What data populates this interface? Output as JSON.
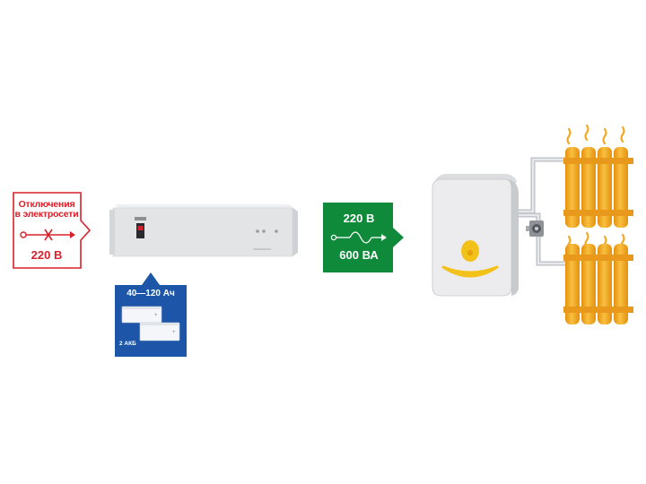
{
  "outage": {
    "line1": "Отключения",
    "line2": "в электросети",
    "voltage": "220 В",
    "color": "#d8202a"
  },
  "output": {
    "voltage": "220 В",
    "power": "600 ВА",
    "color": "#0e8a3a"
  },
  "battery": {
    "capacity": "40—120 Ач",
    "count": "2 АКБ",
    "color": "#1d56a8"
  },
  "icons": [
    "broken-wire-icon",
    "sine-wave-icon",
    "heat-wave-icon",
    "battery-icon",
    "circulation-pump-icon"
  ],
  "accent": {
    "radiator": "#f2a81e",
    "boiler": "#e8e8ea"
  }
}
